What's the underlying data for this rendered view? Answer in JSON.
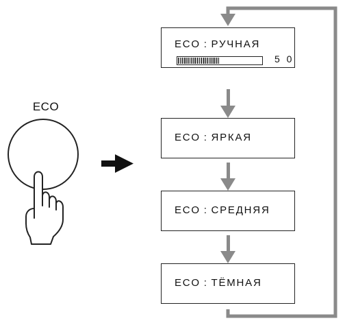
{
  "button": {
    "label": "ECO"
  },
  "modes": [
    {
      "label": "ECO : РУЧНАЯ",
      "level_value": "5 0",
      "level_fraction": 0.5
    },
    {
      "label": "ECO : ЯРКАЯ"
    },
    {
      "label": "ECO : СРЕДНЯЯ"
    },
    {
      "label": "ECO : ТЁМНАЯ"
    }
  ],
  "icons": [
    "round-button-icon",
    "pointing-hand-icon",
    "right-arrow-icon",
    "down-arrow-icon",
    "loop-arrow-icon"
  ],
  "colors": {
    "line": "#222222",
    "flow_arrow": "#8a8a8a",
    "background": "#ffffff"
  }
}
